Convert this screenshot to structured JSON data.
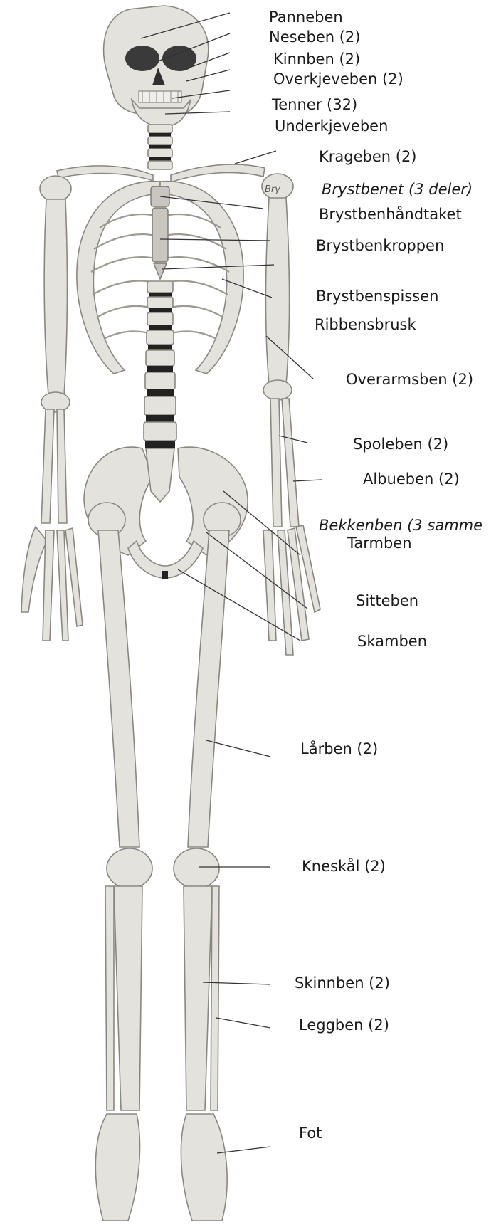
{
  "labels": [
    {
      "id": "panneben",
      "text": "Panneben",
      "italic": false
    },
    {
      "id": "neseben",
      "text": "Neseben (2)",
      "italic": false
    },
    {
      "id": "kinnben",
      "text": "Kinnben (2)",
      "italic": false
    },
    {
      "id": "overkjeveben",
      "text": "Overkjeveben (2)",
      "italic": false
    },
    {
      "id": "tenner",
      "text": "Tenner (32)",
      "italic": false
    },
    {
      "id": "underkjeveben",
      "text": "Underkjeveben",
      "italic": false
    },
    {
      "id": "krageben",
      "text": "Krageben (2)",
      "italic": false
    },
    {
      "id": "brystbenet",
      "text": "Brystbenet (3 deler)",
      "italic": true
    },
    {
      "id": "brystbenhandtaket",
      "text": "Brystbenhåndtaket",
      "italic": false
    },
    {
      "id": "brystbenkroppen",
      "text": "Brystbenkroppen",
      "italic": false
    },
    {
      "id": "brystbenspissen",
      "text": "Brystbenspissen",
      "italic": false
    },
    {
      "id": "ribbensbrusk",
      "text": "Ribbensbrusk",
      "italic": false
    },
    {
      "id": "overarmsben",
      "text": "Overarmsben (2)",
      "italic": false
    },
    {
      "id": "spoleben",
      "text": "Spoleben (2)",
      "italic": false
    },
    {
      "id": "albueben",
      "text": "Albueben (2)",
      "italic": false
    },
    {
      "id": "bekkenben",
      "text": "Bekkenben (3 samme",
      "italic": true
    },
    {
      "id": "tarmben",
      "text": "Tarmben",
      "italic": false
    },
    {
      "id": "sitteben",
      "text": "Sitteben",
      "italic": false
    },
    {
      "id": "skamben",
      "text": "Skamben",
      "italic": false
    },
    {
      "id": "larben",
      "text": "Lårben (2)",
      "italic": false
    },
    {
      "id": "kneskal",
      "text": "Kneskål (2)",
      "italic": false
    },
    {
      "id": "skinnben",
      "text": "Skinnben (2)",
      "italic": false
    },
    {
      "id": "leggben",
      "text": "Leggben (2)",
      "italic": false
    },
    {
      "id": "fot",
      "text": "Fot",
      "italic": false
    }
  ],
  "specimen_tag_text": "Bry"
}
